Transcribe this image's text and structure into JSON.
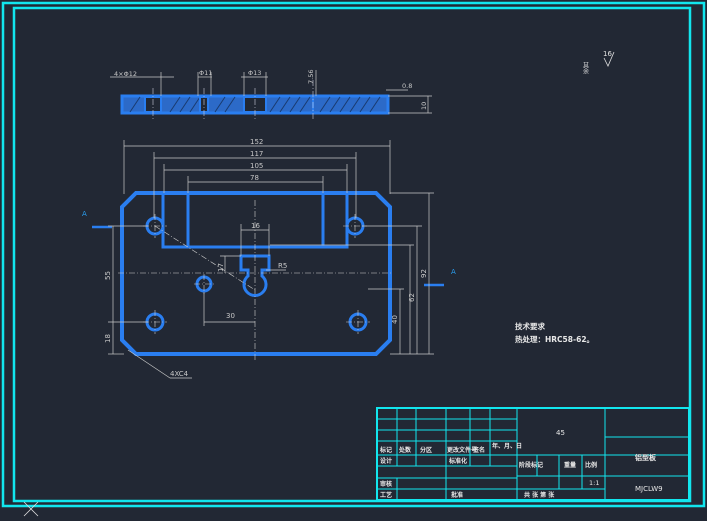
{
  "drawing": {
    "top_view": {
      "dim_slot": "4×Φ12",
      "dim_hole": "Φ11",
      "dim_step": "Φ13",
      "dim_depth": "7.56",
      "dim_chamfer": "0.8",
      "dim_thickness": "10"
    },
    "roughness": {
      "value": "16",
      "note": "其余"
    },
    "plan": {
      "dim_152": "152",
      "dim_117": "117",
      "dim_105": "105",
      "dim_78": "78",
      "dim_16": "16",
      "dim_17": "17",
      "dim_r5": "R5",
      "dim_55": "55",
      "dim_18": "18",
      "dim_30": "30",
      "dim_92": "92",
      "dim_62": "62",
      "dim_40": "40",
      "chamfer": "4XC4",
      "section_left": "A",
      "section_right": "A"
    },
    "tech_req": {
      "title": "技术要求",
      "line1": "热处理：HRC58-62。"
    },
    "title_block": {
      "material": "45",
      "part_name": "铝型板",
      "drawing_no": "MJCLW9",
      "scale": "1:1",
      "labels": {
        "mark": "标记",
        "count": "处数",
        "zone": "分区",
        "change_doc": "更改文件号",
        "sign": "签名",
        "date": "年、月、日",
        "design": "设计",
        "standard": "标准化",
        "stage_mark": "阶段标记",
        "weight": "重量",
        "ratio": "比例",
        "review": "审核",
        "process": "工艺",
        "approve": "批准",
        "sheets": "共 张 第 张"
      }
    }
  }
}
